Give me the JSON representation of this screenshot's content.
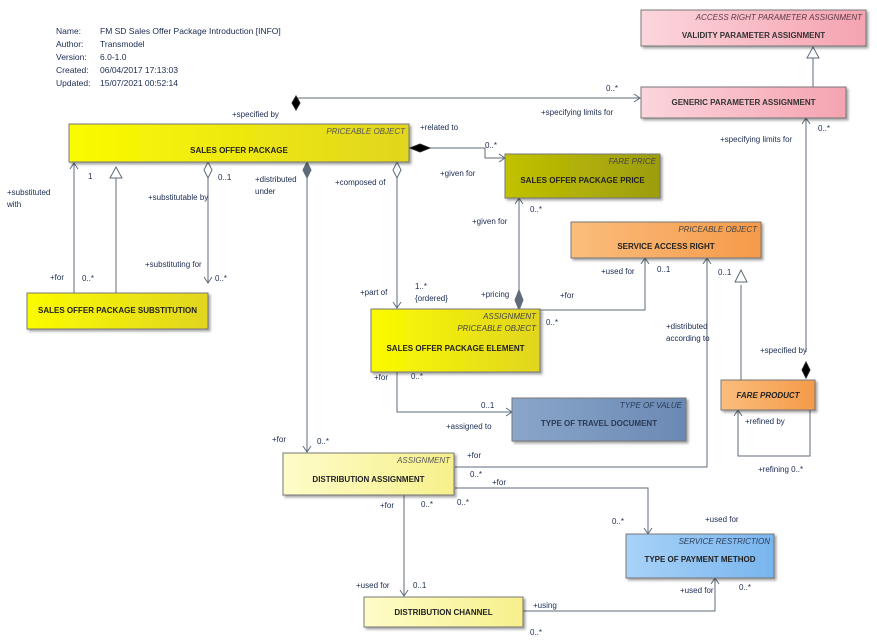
{
  "meta": [
    {
      "key": "Name:",
      "value": "FM SD Sales Offer Package Introduction [INFO]"
    },
    {
      "key": "Author:",
      "value": "Transmodel"
    },
    {
      "key": "Version:",
      "value": "6.0-1.0"
    },
    {
      "key": "Created:",
      "value": "06/04/2017 17:13:03"
    },
    {
      "key": "Updated:",
      "value": "15/07/2021 00:52:14"
    }
  ],
  "classes": {
    "access_right_param": {
      "stereotype": "ACCESS RIGHT PARAMETER ASSIGNMENT",
      "name": "VALIDITY PARAMETER ASSIGNMENT"
    },
    "generic_param": {
      "stereotype": "",
      "name": "GENERIC PARAMETER ASSIGNMENT"
    },
    "sales_offer_package": {
      "stereotype": "PRICEABLE OBJECT",
      "name": "SALES OFFER PACKAGE"
    },
    "sop_price": {
      "stereotype": "FARE PRICE",
      "name": "SALES OFFER PACKAGE PRICE"
    },
    "service_access_right": {
      "stereotype": "PRICEABLE OBJECT",
      "name": "SERVICE ACCESS RIGHT"
    },
    "sop_substitution": {
      "stereotype": "",
      "name": "SALES OFFER PACKAGE SUBSTITUTION"
    },
    "sop_element": {
      "stereotype": "ASSIGNMENT",
      "stereotype2": "PRICEABLE OBJECT",
      "name": "SALES OFFER PACKAGE ELEMENT"
    },
    "fare_product": {
      "stereotype": "",
      "name": "FARE PRODUCT"
    },
    "travel_document": {
      "stereotype": "TYPE OF VALUE",
      "name": "TYPE OF TRAVEL DOCUMENT"
    },
    "distribution_assignment": {
      "stereotype": "ASSIGNMENT",
      "name": "DISTRIBUTION ASSIGNMENT"
    },
    "payment_method": {
      "stereotype": "SERVICE RESTRICTION",
      "name": "TYPE OF PAYMENT METHOD"
    },
    "distribution_channel": {
      "stereotype": "",
      "name": "DISTRIBUTION CHANNEL"
    }
  },
  "labels": {
    "specified_by_1": "+specified by",
    "related_to": "+related to",
    "zero_many_1": "0..*",
    "specifying_limits_1": "+specifying limits for",
    "specifying_limits_2": "+specifying limits for",
    "zero_many_2": "0..*",
    "given_for_1": "+given for",
    "zero_many_3": "0..*",
    "given_for_2": "+given for",
    "zero_many_4": "0..*",
    "substituted_with": "+substituted",
    "substituted_with2": "with",
    "one": "1",
    "zero_one_1": "0..1",
    "substitutable_by": "+substitutable by",
    "distributed_under": "+distributed",
    "distributed_under2": "under",
    "composed_of": "+composed of",
    "substituting_for": "+substituting for",
    "for_1": "+for",
    "zero_many_5": "0..*",
    "zero_many_6": "0..*",
    "used_for_1": "+used for",
    "zero_one_2": "0..1",
    "zero_one_3": "0..1",
    "part_of": "+part of",
    "ordered_mult": "1..*",
    "ordered": "{ordered}",
    "pricing": "+pricing",
    "for_2": "+for",
    "zero_many_7": "0..*",
    "distributed_according": "+distributed",
    "distributed_according2": "according to",
    "specified_by_2": "+specified by",
    "for_3": "+for",
    "zero_many_8": "0..*",
    "zero_one_4": "0..1",
    "assigned_to": "+assigned to",
    "refined_by": "+refined by",
    "refining": "+refining 0..*",
    "for_4": "+for",
    "zero_many_9": "0..*",
    "for_5": "+for",
    "zero_many_10": "0..*",
    "for_6": "+for",
    "for_7": "+for",
    "zero_many_11": "0..*",
    "zero_many_12": "0..*",
    "zero_many_13": "0..*",
    "used_for_2": "+used for",
    "used_for_3": "+used for",
    "zero_one_5": "0..1",
    "used_for_4": "+used for",
    "zero_many_14": "0..*",
    "using": "+using",
    "zero_many_15": "0..*"
  },
  "colors": {
    "pink": "#f7b3bf",
    "yellow": "#f5f000",
    "olive": "#b3b300",
    "orange": "#f9a65a",
    "blue_gray": "#7796bd",
    "light_yellow": "#fbf7a0",
    "light_blue": "#88c0f2",
    "line": "#5f6b7a"
  }
}
